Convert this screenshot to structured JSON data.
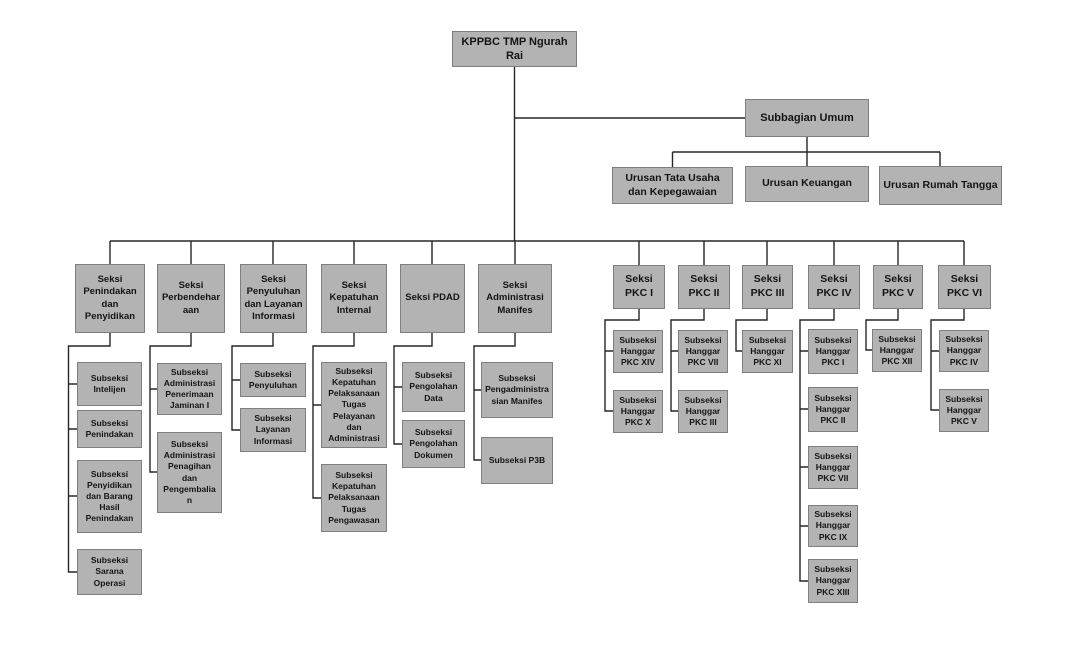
{
  "org": {
    "title": "KPPBC TMP Ngurah Rai organization chart",
    "root": {
      "label": "KPPBC TMP Ngurah Rai"
    },
    "subbagian": {
      "label": "Subbagian Umum",
      "children": [
        "Urusan Tata Usaha dan Kepegawaian",
        "Urusan Keuangan",
        "Urusan Rumah Tangga"
      ]
    },
    "columns": [
      {
        "seksi": "Seksi Penindakan dan Penyidikan",
        "children": [
          "Subseksi Intelijen",
          "Subseksi Penindakan",
          "Subseksi Penyidikan dan Barang Hasil Penindakan",
          "Subseksi Sarana Operasi"
        ]
      },
      {
        "seksi": "Seksi Perbendeharaan",
        "children": [
          "Subseksi Administrasi Penerimaan Jaminan I",
          "Subseksi Administrasi Penagihan dan Pengembalian"
        ]
      },
      {
        "seksi": "Seksi Penyuluhan dan Layanan Informasi",
        "children": [
          "Subseksi Penyuluhan",
          "Subseksi Layanan Informasi"
        ]
      },
      {
        "seksi": "Seksi Kepatuhan Internal",
        "children": [
          "Subseksi Kepatuhan Pelaksanaan Tugas Pelayanan dan Administrasi",
          "Subseksi Kepatuhan Pelaksanaan Tugas Pengawasan"
        ]
      },
      {
        "seksi": "Seksi PDAD",
        "children": [
          "Subseksi Pengolahan Data",
          "Subseksi Pengolahan Dokumen"
        ]
      },
      {
        "seksi": "Seksi Administrasi Manifes",
        "children": [
          "Subseksi Pengadministrasian Manifes",
          "Subseksi P3B"
        ]
      },
      {
        "seksi": "Seksi PKC I",
        "children": [
          "Subseksi Hanggar PKC XIV",
          "Subseksi Hanggar PKC X"
        ]
      },
      {
        "seksi": "Seksi PKC II",
        "children": [
          "Subseksi Hanggar PKC VII",
          "Subseksi Hanggar PKC III"
        ]
      },
      {
        "seksi": "Seksi PKC III",
        "children": [
          "Subseksi Hanggar PKC XI"
        ]
      },
      {
        "seksi": "Seksi PKC IV",
        "children": [
          "Subseksi Hanggar PKC I",
          "Subseksi Hanggar PKC II",
          "Subseksi Hanggar PKC VII",
          "Subseksi Hanggar PKC IX",
          "Subseksi Hanggar PKC XIII"
        ]
      },
      {
        "seksi": "Seksi PKC V",
        "children": [
          "Subseksi Hanggar PKC XII"
        ]
      },
      {
        "seksi": "Seksi PKC VI",
        "children": [
          "Subseksi Hanggar PKC IV",
          "Subseksi Hanggar PKC V"
        ]
      }
    ],
    "colors": {
      "box_fill": "#b3b3b3",
      "box_border": "#7f7f7f",
      "line": "#262626",
      "text": "#141414",
      "background": "#ffffff"
    }
  }
}
